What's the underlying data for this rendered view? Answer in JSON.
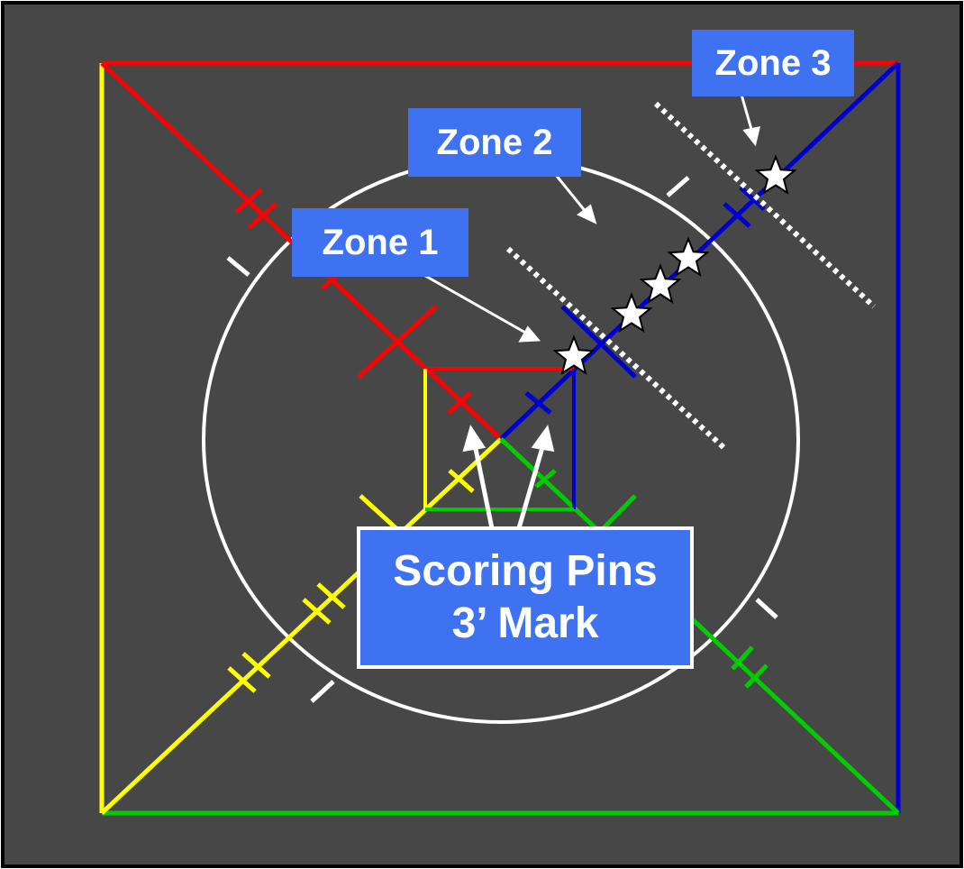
{
  "labels": {
    "zone1": "Zone 1",
    "zone2": "Zone 2",
    "zone3": "Zone 3",
    "scoring_line1": "Scoring Pins",
    "scoring_line2": "3’ Mark"
  },
  "colors": {
    "background": "#474747",
    "frame": "#000000",
    "red": "#ff0000",
    "yellow": "#ffff00",
    "green": "#00cc00",
    "blue": "#0000cc",
    "white": "#ffffff",
    "label_fill": "#3f72f0"
  }
}
